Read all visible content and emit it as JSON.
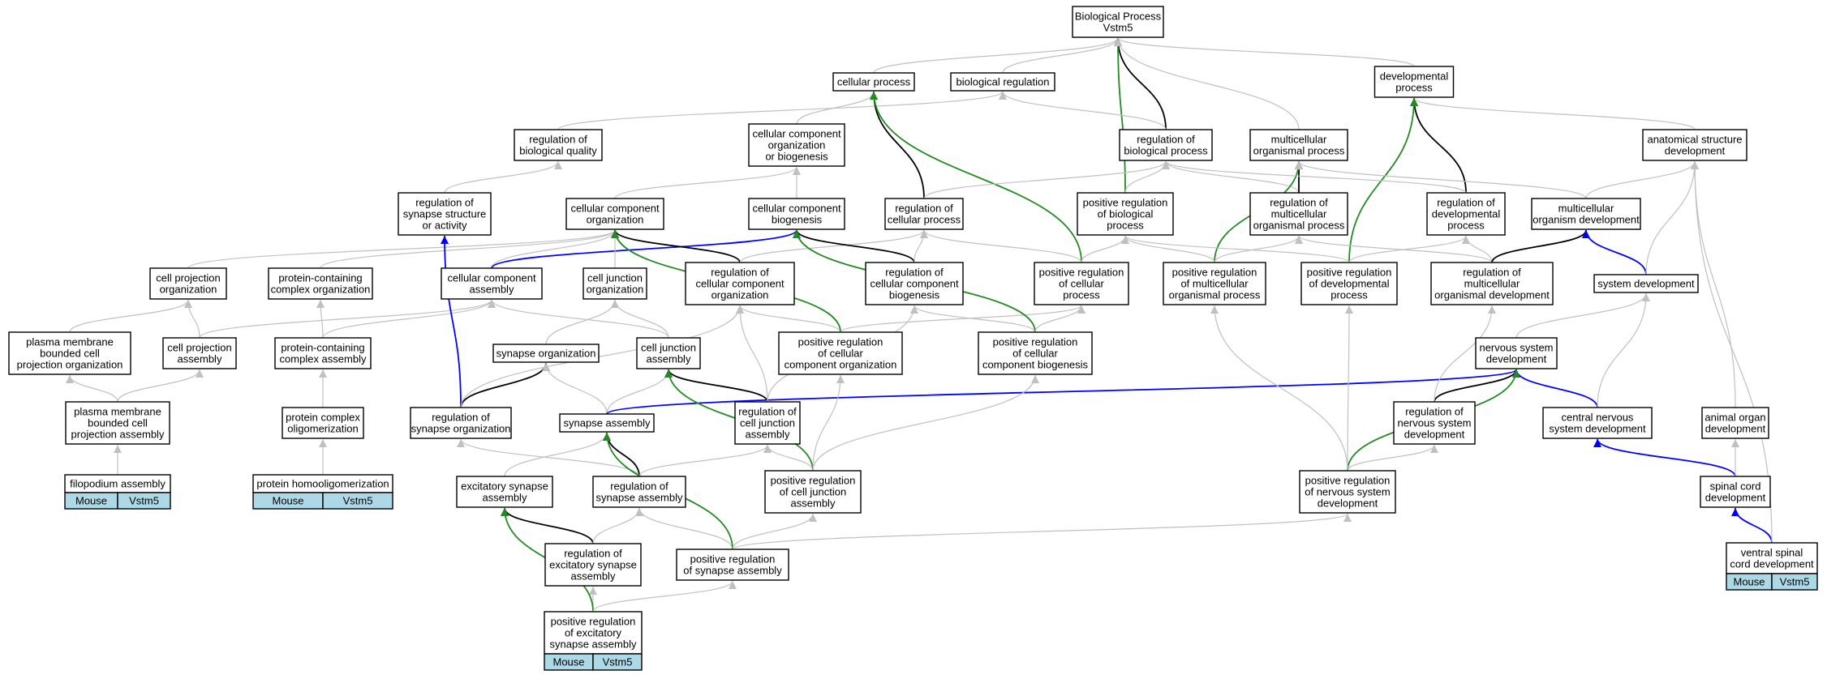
{
  "colors": {
    "is_a": "#c0c0c0",
    "part_of": "#000000",
    "regulates": "#000000",
    "positively_regulates": "#228b22",
    "part_of_blue": "#0000ff",
    "annotation_fill": "#add8e6"
  },
  "nodes": [
    {
      "id": "bp",
      "lines": [
        "Biological Process",
        "Vstm5"
      ]
    },
    {
      "id": "cp",
      "lines": [
        "cellular process"
      ]
    },
    {
      "id": "br",
      "lines": [
        "biological regulation"
      ]
    },
    {
      "id": "dp",
      "lines": [
        "developmental",
        "process"
      ]
    },
    {
      "id": "rbq",
      "lines": [
        "regulation of",
        "biological quality"
      ]
    },
    {
      "id": "ccob",
      "lines": [
        "cellular component",
        "organization",
        "or biogenesis"
      ]
    },
    {
      "id": "rbp",
      "lines": [
        "regulation of",
        "biological process"
      ]
    },
    {
      "id": "mop",
      "lines": [
        "multicellular",
        "organismal process"
      ]
    },
    {
      "id": "asd",
      "lines": [
        "anatomical structure",
        "development"
      ]
    },
    {
      "id": "rssa",
      "lines": [
        "regulation of",
        "synapse structure",
        "or activity"
      ]
    },
    {
      "id": "cco",
      "lines": [
        "cellular component",
        "organization"
      ]
    },
    {
      "id": "ccb",
      "lines": [
        "cellular component",
        "biogenesis"
      ]
    },
    {
      "id": "rcp",
      "lines": [
        "regulation of",
        "cellular process"
      ]
    },
    {
      "id": "prbp",
      "lines": [
        "positive regulation",
        "of biological",
        "process"
      ]
    },
    {
      "id": "rmop",
      "lines": [
        "regulation of",
        "multicellular",
        "organismal process"
      ]
    },
    {
      "id": "rdp",
      "lines": [
        "regulation of",
        "developmental",
        "process"
      ]
    },
    {
      "id": "mod",
      "lines": [
        "multicellular",
        "organism development"
      ]
    },
    {
      "id": "cpo",
      "lines": [
        "cell projection",
        "organization"
      ]
    },
    {
      "id": "pcco",
      "lines": [
        "protein-containing",
        "complex organization"
      ]
    },
    {
      "id": "cca",
      "lines": [
        "cellular component",
        "assembly"
      ]
    },
    {
      "id": "cjo",
      "lines": [
        "cell junction",
        "organization"
      ]
    },
    {
      "id": "rcco",
      "lines": [
        "regulation of",
        "cellular component",
        "organization"
      ]
    },
    {
      "id": "rccb",
      "lines": [
        "regulation of",
        "cellular component",
        "biogenesis"
      ]
    },
    {
      "id": "prcp",
      "lines": [
        "positive regulation",
        "of cellular",
        "process"
      ]
    },
    {
      "id": "prmop",
      "lines": [
        "positive regulation",
        "of multicellular",
        "organismal process"
      ]
    },
    {
      "id": "prdp",
      "lines": [
        "positive regulation",
        "of developmental",
        "process"
      ]
    },
    {
      "id": "rmod",
      "lines": [
        "regulation of",
        "multicellular",
        "organismal development"
      ]
    },
    {
      "id": "sd",
      "lines": [
        "system development"
      ]
    },
    {
      "id": "pmbcpo",
      "lines": [
        "plasma membrane",
        "bounded cell",
        "projection organization"
      ]
    },
    {
      "id": "cpa",
      "lines": [
        "cell projection",
        "assembly"
      ]
    },
    {
      "id": "pcca",
      "lines": [
        "protein-containing",
        "complex assembly"
      ]
    },
    {
      "id": "so",
      "lines": [
        "synapse organization"
      ]
    },
    {
      "id": "cja",
      "lines": [
        "cell junction",
        "assembly"
      ]
    },
    {
      "id": "prcco",
      "lines": [
        "positive regulation",
        "of cellular",
        "component organization"
      ]
    },
    {
      "id": "prccb",
      "lines": [
        "positive regulation",
        "of cellular",
        "component biogenesis"
      ]
    },
    {
      "id": "nsd",
      "lines": [
        "nervous system",
        "development"
      ]
    },
    {
      "id": "pmbcpa",
      "lines": [
        "plasma membrane",
        "bounded cell",
        "projection assembly"
      ]
    },
    {
      "id": "pco",
      "lines": [
        "protein complex",
        "oligomerization"
      ]
    },
    {
      "id": "rso",
      "lines": [
        "regulation of",
        "synapse organization"
      ]
    },
    {
      "id": "sa",
      "lines": [
        "synapse assembly"
      ]
    },
    {
      "id": "rcja",
      "lines": [
        "regulation of",
        "cell junction",
        "assembly"
      ]
    },
    {
      "id": "rnsd",
      "lines": [
        "regulation of",
        "nervous system",
        "development"
      ]
    },
    {
      "id": "cnsd",
      "lines": [
        "central nervous",
        "system development"
      ]
    },
    {
      "id": "aod",
      "lines": [
        "animal organ",
        "development"
      ]
    },
    {
      "id": "fa",
      "lines": [
        "filopodium assembly"
      ]
    },
    {
      "id": "pho",
      "lines": [
        "protein homooligomerization"
      ]
    },
    {
      "id": "esa",
      "lines": [
        "excitatory synapse",
        "assembly"
      ]
    },
    {
      "id": "rsa",
      "lines": [
        "regulation of",
        "synapse assembly"
      ]
    },
    {
      "id": "prcja",
      "lines": [
        "positive regulation",
        "of cell junction",
        "assembly"
      ]
    },
    {
      "id": "prnsd",
      "lines": [
        "positive regulation",
        "of nervous system",
        "development"
      ]
    },
    {
      "id": "scd",
      "lines": [
        "spinal cord",
        "development"
      ]
    },
    {
      "id": "resa",
      "lines": [
        "regulation of",
        "excitatory synapse",
        "assembly"
      ]
    },
    {
      "id": "prsa",
      "lines": [
        "positive regulation",
        "of synapse assembly"
      ]
    },
    {
      "id": "vscd",
      "lines": [
        "ventral spinal",
        "cord development"
      ]
    },
    {
      "id": "presa",
      "lines": [
        "positive regulation",
        "of excitatory",
        "synapse assembly"
      ]
    }
  ],
  "annotations": [
    {
      "node": "fa",
      "species": "Mouse",
      "gene": "Vstm5"
    },
    {
      "node": "pho",
      "species": "Mouse",
      "gene": "Vstm5"
    },
    {
      "node": "vscd",
      "species": "Mouse",
      "gene": "Vstm5"
    },
    {
      "node": "presa",
      "species": "Mouse",
      "gene": "Vstm5"
    }
  ],
  "edges": [
    {
      "from": "cp",
      "to": "bp",
      "type": "is_a"
    },
    {
      "from": "br",
      "to": "bp",
      "type": "is_a"
    },
    {
      "from": "dp",
      "to": "bp",
      "type": "is_a"
    },
    {
      "from": "rbp",
      "to": "bp",
      "type": "regulates"
    },
    {
      "from": "prbp",
      "to": "bp",
      "type": "positively_regulates"
    },
    {
      "from": "mop",
      "to": "bp",
      "type": "is_a"
    },
    {
      "from": "rbq",
      "to": "br",
      "type": "is_a"
    },
    {
      "from": "ccob",
      "to": "cp",
      "type": "is_a"
    },
    {
      "from": "rbp",
      "to": "br",
      "type": "is_a"
    },
    {
      "from": "rcp",
      "to": "cp",
      "type": "regulates"
    },
    {
      "from": "prcp",
      "to": "cp",
      "type": "positively_regulates"
    },
    {
      "from": "asd",
      "to": "dp",
      "type": "is_a"
    },
    {
      "from": "rdp",
      "to": "dp",
      "type": "regulates"
    },
    {
      "from": "prdp",
      "to": "dp",
      "type": "positively_regulates"
    },
    {
      "from": "rssa",
      "to": "rbq",
      "type": "is_a"
    },
    {
      "from": "cco",
      "to": "ccob",
      "type": "is_a"
    },
    {
      "from": "ccb",
      "to": "ccob",
      "type": "is_a"
    },
    {
      "from": "rcp",
      "to": "rbp",
      "type": "is_a"
    },
    {
      "from": "prbp",
      "to": "rbp",
      "type": "is_a"
    },
    {
      "from": "rmop",
      "to": "rbp",
      "type": "is_a"
    },
    {
      "from": "rmop",
      "to": "mop",
      "type": "regulates"
    },
    {
      "from": "prmop",
      "to": "mop",
      "type": "positively_regulates"
    },
    {
      "from": "rdp",
      "to": "rbp",
      "type": "is_a"
    },
    {
      "from": "mod",
      "to": "mop",
      "type": "is_a"
    },
    {
      "from": "mod",
      "to": "asd",
      "type": "is_a"
    },
    {
      "from": "cpo",
      "to": "cco",
      "type": "is_a"
    },
    {
      "from": "pcco",
      "to": "cco",
      "type": "is_a"
    },
    {
      "from": "cca",
      "to": "cco",
      "type": "is_a"
    },
    {
      "from": "cca",
      "to": "ccb",
      "type": "part_of_blue"
    },
    {
      "from": "cjo",
      "to": "cco",
      "type": "is_a"
    },
    {
      "from": "rcco",
      "to": "cco",
      "type": "regulates"
    },
    {
      "from": "rcco",
      "to": "rcp",
      "type": "is_a"
    },
    {
      "from": "rccb",
      "to": "ccb",
      "type": "regulates"
    },
    {
      "from": "rccb",
      "to": "rcp",
      "type": "is_a"
    },
    {
      "from": "prcp",
      "to": "rcp",
      "type": "is_a"
    },
    {
      "from": "prcp",
      "to": "prbp",
      "type": "is_a"
    },
    {
      "from": "prmop",
      "to": "prbp",
      "type": "is_a"
    },
    {
      "from": "prmop",
      "to": "rmop",
      "type": "is_a"
    },
    {
      "from": "prdp",
      "to": "prbp",
      "type": "is_a"
    },
    {
      "from": "prdp",
      "to": "rdp",
      "type": "is_a"
    },
    {
      "from": "rmod",
      "to": "rdp",
      "type": "is_a"
    },
    {
      "from": "rmod",
      "to": "rmop",
      "type": "is_a"
    },
    {
      "from": "rmod",
      "to": "mod",
      "type": "regulates"
    },
    {
      "from": "sd",
      "to": "mod",
      "type": "part_of_blue"
    },
    {
      "from": "sd",
      "to": "asd",
      "type": "is_a"
    },
    {
      "from": "pmbcpo",
      "to": "cpo",
      "type": "is_a"
    },
    {
      "from": "cpa",
      "to": "cpo",
      "type": "is_a"
    },
    {
      "from": "cpa",
      "to": "cca",
      "type": "is_a"
    },
    {
      "from": "pcca",
      "to": "pcco",
      "type": "is_a"
    },
    {
      "from": "pcca",
      "to": "cca",
      "type": "is_a"
    },
    {
      "from": "so",
      "to": "cjo",
      "type": "is_a"
    },
    {
      "from": "cja",
      "to": "cjo",
      "type": "is_a"
    },
    {
      "from": "cja",
      "to": "cca",
      "type": "is_a"
    },
    {
      "from": "prcco",
      "to": "rcco",
      "type": "is_a"
    },
    {
      "from": "prcco",
      "to": "cco",
      "type": "positively_regulates"
    },
    {
      "from": "prcco",
      "to": "prcp",
      "type": "is_a"
    },
    {
      "from": "prccb",
      "to": "rccb",
      "type": "is_a"
    },
    {
      "from": "prccb",
      "to": "ccb",
      "type": "positively_regulates"
    },
    {
      "from": "prccb",
      "to": "prcp",
      "type": "is_a"
    },
    {
      "from": "nsd",
      "to": "sd",
      "type": "is_a"
    },
    {
      "from": "pmbcpa",
      "to": "pmbcpo",
      "type": "is_a"
    },
    {
      "from": "pmbcpa",
      "to": "cpa",
      "type": "is_a"
    },
    {
      "from": "pco",
      "to": "pcca",
      "type": "is_a"
    },
    {
      "from": "rso",
      "to": "rssa",
      "type": "part_of_blue"
    },
    {
      "from": "rso",
      "to": "so",
      "type": "regulates"
    },
    {
      "from": "rso",
      "to": "rcco",
      "type": "is_a"
    },
    {
      "from": "sa",
      "to": "so",
      "type": "is_a"
    },
    {
      "from": "sa",
      "to": "cja",
      "type": "is_a"
    },
    {
      "from": "sa",
      "to": "nsd",
      "type": "part_of_blue"
    },
    {
      "from": "rcja",
      "to": "cja",
      "type": "regulates"
    },
    {
      "from": "rcja",
      "to": "rcco",
      "type": "is_a"
    },
    {
      "from": "rcja",
      "to": "rccb",
      "type": "is_a"
    },
    {
      "from": "rnsd",
      "to": "nsd",
      "type": "regulates"
    },
    {
      "from": "rnsd",
      "to": "rmod",
      "type": "is_a"
    },
    {
      "from": "cnsd",
      "to": "nsd",
      "type": "part_of_blue"
    },
    {
      "from": "cnsd",
      "to": "sd",
      "type": "is_a"
    },
    {
      "from": "aod",
      "to": "asd",
      "type": "is_a"
    },
    {
      "from": "fa",
      "to": "pmbcpa",
      "type": "is_a"
    },
    {
      "from": "pho",
      "to": "pco",
      "type": "is_a"
    },
    {
      "from": "esa",
      "to": "sa",
      "type": "is_a"
    },
    {
      "from": "rsa",
      "to": "sa",
      "type": "regulates"
    },
    {
      "from": "rsa",
      "to": "rso",
      "type": "is_a"
    },
    {
      "from": "rsa",
      "to": "rcja",
      "type": "is_a"
    },
    {
      "from": "prcja",
      "to": "rcja",
      "type": "is_a"
    },
    {
      "from": "prcja",
      "to": "cja",
      "type": "positively_regulates"
    },
    {
      "from": "prcja",
      "to": "prcco",
      "type": "is_a"
    },
    {
      "from": "prcja",
      "to": "prccb",
      "type": "is_a"
    },
    {
      "from": "prnsd",
      "to": "rnsd",
      "type": "is_a"
    },
    {
      "from": "prnsd",
      "to": "nsd",
      "type": "positively_regulates"
    },
    {
      "from": "prnsd",
      "to": "prmop",
      "type": "is_a"
    },
    {
      "from": "prnsd",
      "to": "prdp",
      "type": "is_a"
    },
    {
      "from": "scd",
      "to": "cnsd",
      "type": "part_of_blue"
    },
    {
      "from": "scd",
      "to": "aod",
      "type": "is_a"
    },
    {
      "from": "resa",
      "to": "esa",
      "type": "regulates"
    },
    {
      "from": "resa",
      "to": "rsa",
      "type": "is_a"
    },
    {
      "from": "prsa",
      "to": "rsa",
      "type": "is_a"
    },
    {
      "from": "prsa",
      "to": "sa",
      "type": "positively_regulates"
    },
    {
      "from": "prsa",
      "to": "prcja",
      "type": "is_a"
    },
    {
      "from": "prsa",
      "to": "prnsd",
      "type": "is_a"
    },
    {
      "from": "vscd",
      "to": "scd",
      "type": "part_of_blue"
    },
    {
      "from": "vscd",
      "to": "asd",
      "type": "is_a"
    },
    {
      "from": "presa",
      "to": "resa",
      "type": "is_a"
    },
    {
      "from": "presa",
      "to": "esa",
      "type": "positively_regulates"
    },
    {
      "from": "presa",
      "to": "prsa",
      "type": "is_a"
    }
  ]
}
